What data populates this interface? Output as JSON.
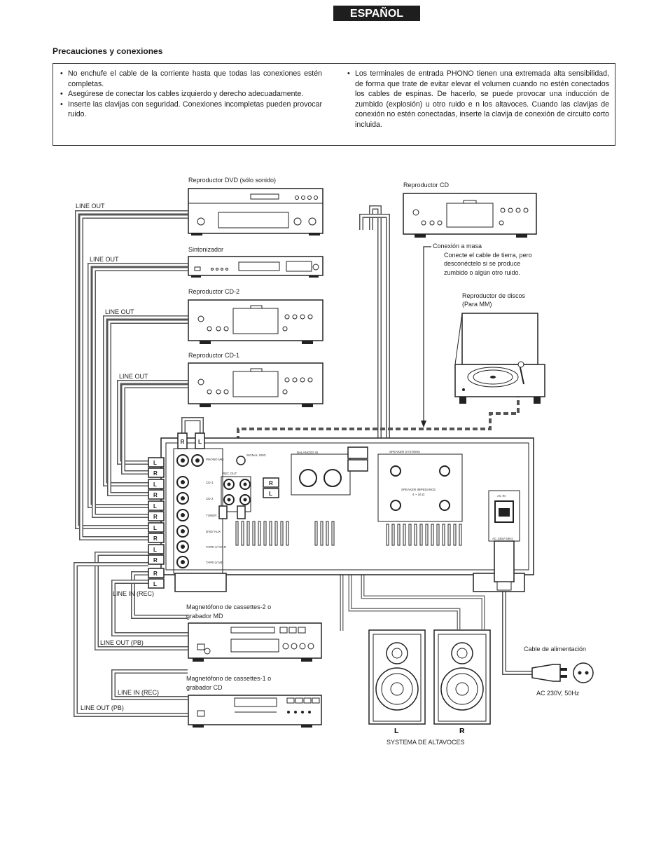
{
  "header": {
    "language_tab": "ESPAÑOL",
    "section_title": "Precauciones y conexiones"
  },
  "notes": {
    "left": [
      "No enchufe el cable de la corriente hasta que todas las conexiones estén completas.",
      "Asegúrese de conectar los cables izquierdo y derecho adecuadamente.",
      "Inserte las clavijas con seguridad. Conexiones incompletas pueden provocar ruido."
    ],
    "right": [
      "Los terminales de entrada PHONO tienen una extremada alta sensibilidad, de forma que trate de evitar elevar el volumen cuando no estén conectados los cables de espinas. De hacerlo, se puede provocar una inducción de zumbido (explosión) u otro ruido e n los altavoces. Cuando las clavijas de conexión no estén conectadas, inserte la clavija de conexión de circuito corto incluida."
    ]
  },
  "diagram": {
    "devices": {
      "dvd": "Reproductor DVD (sólo sonido)",
      "tuner": "Sintonizador",
      "cd2": "Reproductor CD-2",
      "cd1": "Reproductor CD-1",
      "cd_main": "Reproductor CD",
      "tape2": "Magnetófono de cassettes-2 o grabador MD",
      "tape1": "Magnetófono de cassettes-1 o grabador CD",
      "turntable": "Reproductor de discos (Para MM)"
    },
    "ground": {
      "title": "Conexión a masa",
      "note": "Conecte el cable de tierra, pero desconéctelo si se produce zumbido o algún otro ruido."
    },
    "cables": {
      "line_out_dvd": "LINE OUT",
      "line_out_tuner": "LINE OUT",
      "line_out_cd2": "LINE OUT",
      "line_out_cd1": "LINE OUT",
      "line_in_rec_tape2": "LINE IN (REC)",
      "line_out_pb_tape2": "LINE OUT (PB)",
      "line_in_rec_tape1": "LINE IN (REC)",
      "line_out_pb_tape1": "LINE OUT (PB)"
    },
    "amp_panel": {
      "phono_mm": "PHONO MM",
      "cd1": "CD-1",
      "cd2": "CD-2",
      "tuner": "TUNER",
      "dvd_aux": "DVD/ AUX",
      "tape1": "TAPE-1/ CD-R",
      "tape2": "TAPE-2/ MD",
      "signal_gnd": "SIGNAL GND",
      "rec_out": "REC OUT",
      "balanced_in": "BALANCED IN",
      "speaker_systems": "SPEAKER SYSTEMS",
      "speaker_impedance": "SPEAKER IMPEDANCE",
      "impedance_range": "4 ~ 16 Ω",
      "ac_in": "AC IN",
      "ac_rating": "AC 230V 50Hz"
    },
    "plug_letters": {
      "left": "L",
      "right": "R"
    },
    "power": {
      "cable": "Cable de alimentación",
      "spec": "AC 230V, 50Hz"
    },
    "speakers": {
      "left_mark": "L",
      "right_mark": "R",
      "caption": "SYSTEMA DE ALTAVOCES"
    }
  }
}
